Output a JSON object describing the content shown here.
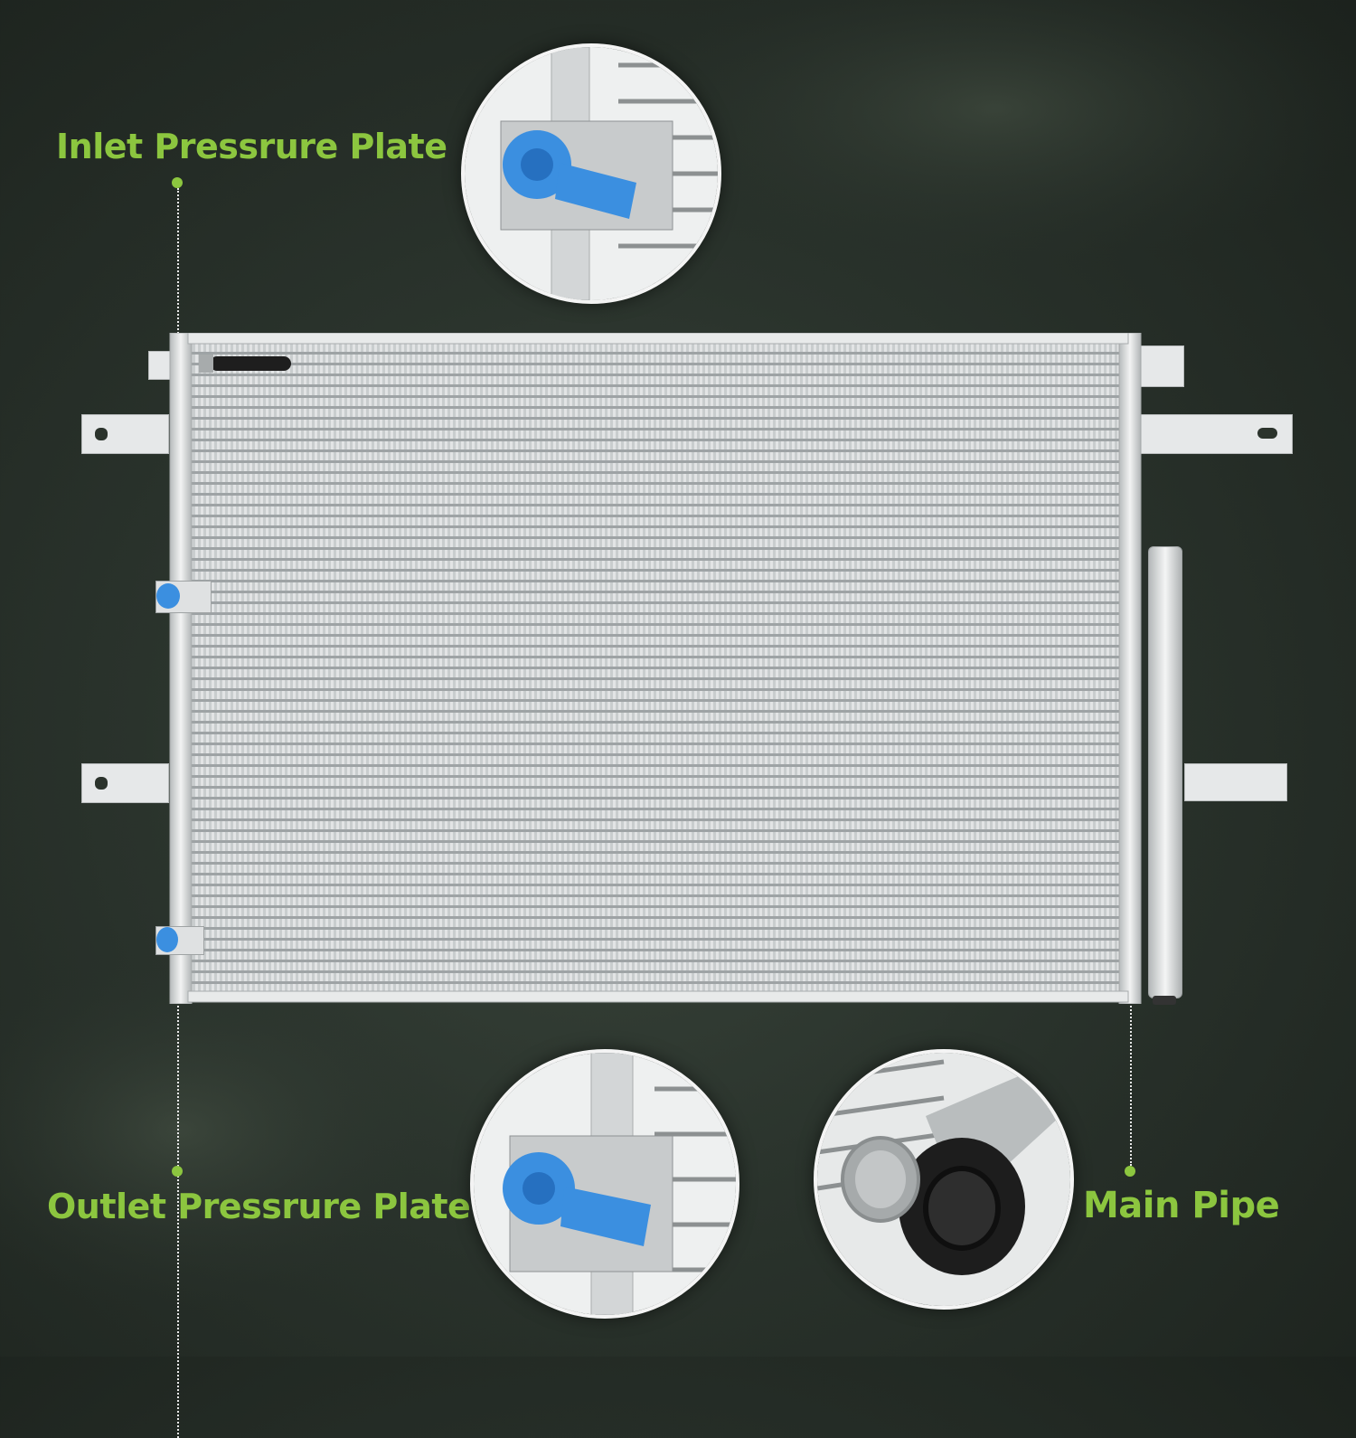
{
  "callouts": {
    "inlet": "Inlet Pressrure Plate",
    "outlet": "Outlet Pressrure Plate",
    "main_pipe": "Main Pipe"
  },
  "colors": {
    "accent": "#8cc63f",
    "cap_blue": "#3b8fe0",
    "metal": "#d8dcdd",
    "background": "#2a332c"
  },
  "icons": {
    "inlet_detail": "blue-cap-fitting",
    "outlet_detail": "blue-cap-fitting",
    "pipe_detail": "pipe-end"
  }
}
